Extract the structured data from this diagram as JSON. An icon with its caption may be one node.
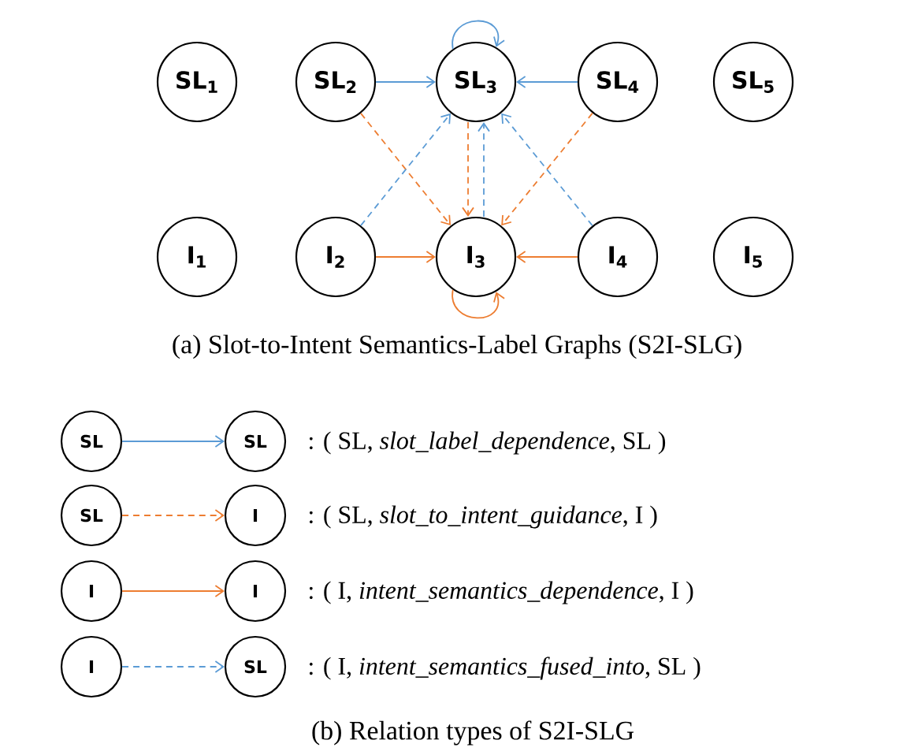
{
  "diagram": {
    "caption": "(a) Slot-to-Intent Semantics-Label Graphs (S2I-SLG)",
    "nodes": [
      {
        "text": [
          "SL$_{1}$"
        ]
      },
      {
        "text": [
          "SL$_{2}$"
        ]
      },
      {
        "text": [
          "SL$_{3}$"
        ]
      },
      {
        "text": [
          "SL$_{4}$"
        ]
      },
      {
        "text": [
          "SL$_{5}$"
        ]
      },
      {
        "text": [
          "I$_{1}$"
        ]
      },
      {
        "text": [
          "I$_{2}$"
        ]
      },
      {
        "text": [
          "I$_{3}$"
        ]
      },
      {
        "text": [
          "I$_{4}$"
        ]
      },
      {
        "text": [
          "I$_{5}$"
        ]
      },
      {
        "text": [
          "SL"
        ]
      },
      {
        "text": [
          "SL"
        ],
        "beside": [
          ": ( SL, *slot_label_dependence*, SL )"
        ]
      },
      {
        "text": [
          "SL"
        ]
      },
      {
        "text": [
          "I"
        ],
        "beside": [
          ": ( SL, *slot_to_intent_guidance*, I )"
        ]
      },
      {
        "text": [
          "I"
        ]
      },
      {
        "text": [
          "I"
        ],
        "beside": [
          ": ( I, *intent_semantics_dependence*, I )"
        ]
      },
      {
        "text": [
          "I"
        ]
      },
      {
        "text": [
          "SL"
        ],
        "beside": [
          ": ( I, *intent_semantics_fused_into*, SL )"
        ]
      }
    ],
    "edges": [
      {
        "from": 1,
        "to": 2,
        "arrow": "to",
        "color": "#5b9bd5"
      },
      {
        "from": 3,
        "to": 2,
        "arrow": "to",
        "color": "#5b9bd5"
      },
      {
        "from": 2,
        "to": 2,
        "arrow": "to",
        "color": "#5b9bd5"
      },
      {
        "from": 1,
        "to": 7,
        "arrow": "to",
        "style": "dashed",
        "color": "#ed7d31"
      },
      {
        "from": 2,
        "to": 7,
        "arrow": "to",
        "style": "dashed",
        "color": "#ed7d31"
      },
      {
        "from": 3,
        "to": 7,
        "arrow": "to",
        "style": "dashed",
        "color": "#ed7d31"
      },
      {
        "from": 6,
        "to": 2,
        "arrow": "to",
        "style": "dashed",
        "color": "#5b9bd5"
      },
      {
        "from": 7,
        "to": 2,
        "arrow": "to",
        "style": "dashed",
        "color": "#5b9bd5"
      },
      {
        "from": 8,
        "to": 2,
        "arrow": "to",
        "style": "dashed",
        "color": "#5b9bd5"
      },
      {
        "from": 6,
        "to": 7,
        "arrow": "to",
        "color": "#ed7d31"
      },
      {
        "from": 8,
        "to": 7,
        "arrow": "to",
        "color": "#ed7d31"
      },
      {
        "from": 7,
        "to": 7,
        "arrow": "to",
        "color": "#ed7d31"
      },
      {
        "from": 10,
        "to": 11,
        "arrow": "to",
        "color": "#5b9bd5"
      },
      {
        "from": 12,
        "to": 13,
        "arrow": "to",
        "style": "dashed",
        "color": "#ed7d31"
      },
      {
        "from": 14,
        "to": 15,
        "arrow": "to",
        "color": "#ed7d31"
      },
      {
        "from": 16,
        "to": 17,
        "arrow": "to",
        "style": "dashed",
        "color": "#5b9bd5"
      }
    ],
    "labels": [
      "(b) Relation types of S2I-SLG"
    ]
  }
}
